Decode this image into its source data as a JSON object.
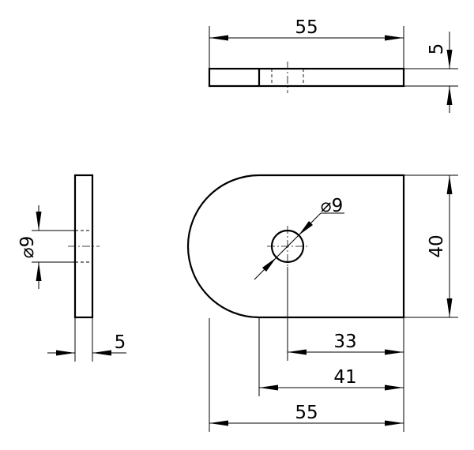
{
  "dimensions": {
    "top_view_length": "55",
    "top_view_thickness": "5",
    "side_view_hole_diameter": "⌀9",
    "side_view_thickness": "5",
    "front_view_hole_diameter": "⌀9",
    "front_view_height": "40",
    "front_view_dim_33": "33",
    "front_view_dim_41": "41",
    "front_view_overall_length": "55"
  }
}
